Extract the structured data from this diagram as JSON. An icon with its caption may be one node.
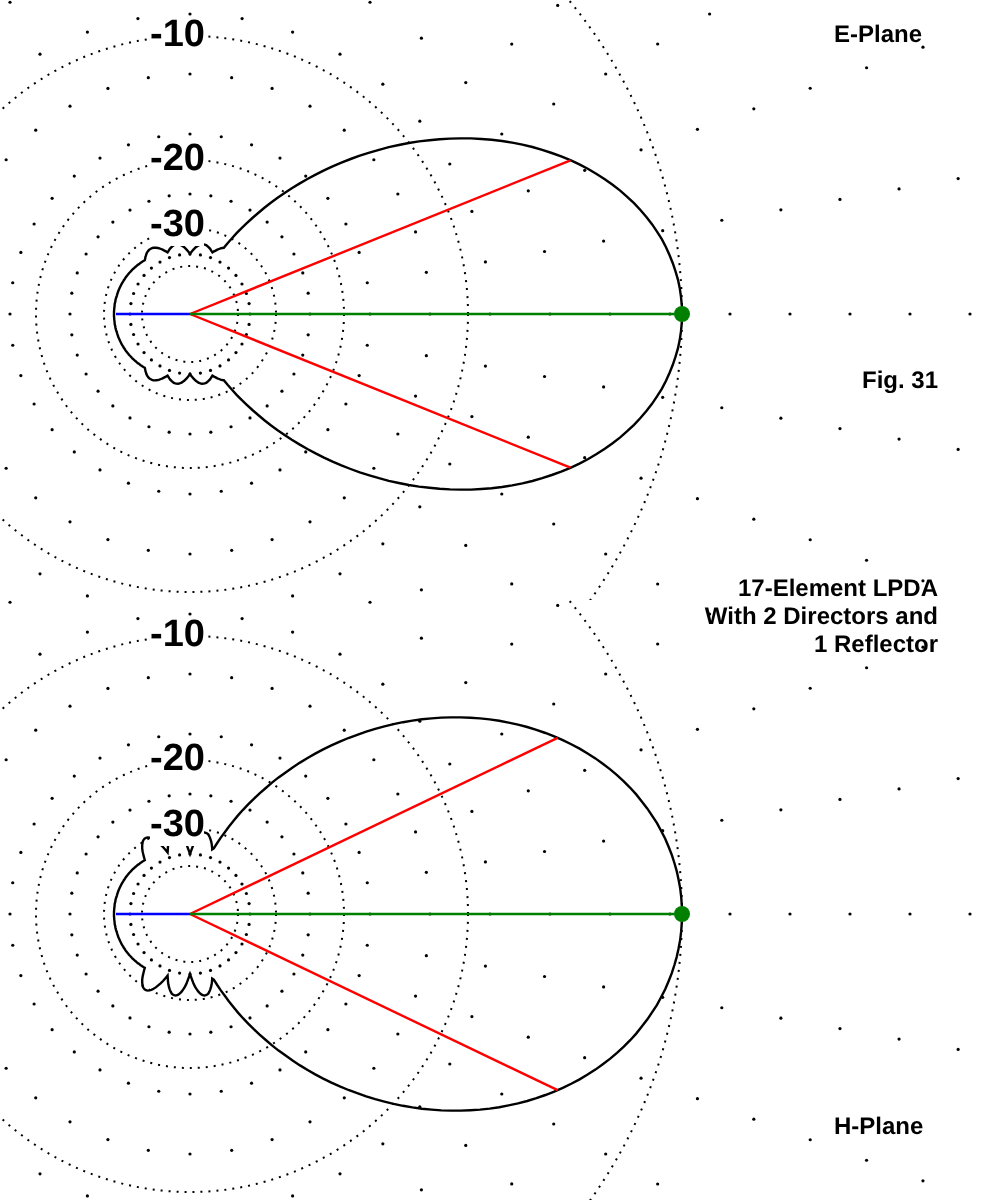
{
  "diagram": {
    "labels": [
      "-10",
      "E-Plane",
      "-20",
      "-30",
      "Fig. 31",
      "17-Element LPDA With 2 Directors and 1 Reflector",
      "-10",
      "-20",
      "-30",
      "H-Plane"
    ]
  }
}
